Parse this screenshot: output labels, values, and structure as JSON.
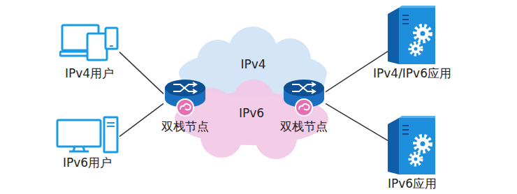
{
  "diagram": {
    "nodes": [
      {
        "text": [
          "IPv4用户"
        ]
      },
      {
        "text": [
          "IPv6用户"
        ]
      },
      {
        "text": [
          "IPv4"
        ]
      },
      {
        "text": [
          "IPv6"
        ]
      },
      {
        "text": [
          "双栈节点"
        ]
      },
      {
        "text": [
          "双栈节点"
        ]
      },
      {
        "text": [
          "IPv4/IPv6应用"
        ]
      },
      {
        "text": [
          "IPv6应用"
        ]
      }
    ],
    "edges": [
      {
        "from": 0,
        "to": 4,
        "arrow": "none"
      },
      {
        "from": 1,
        "to": 4,
        "arrow": "none"
      },
      {
        "from": 5,
        "to": 6,
        "arrow": "none"
      },
      {
        "from": 5,
        "to": 7,
        "arrow": "none"
      }
    ]
  }
}
